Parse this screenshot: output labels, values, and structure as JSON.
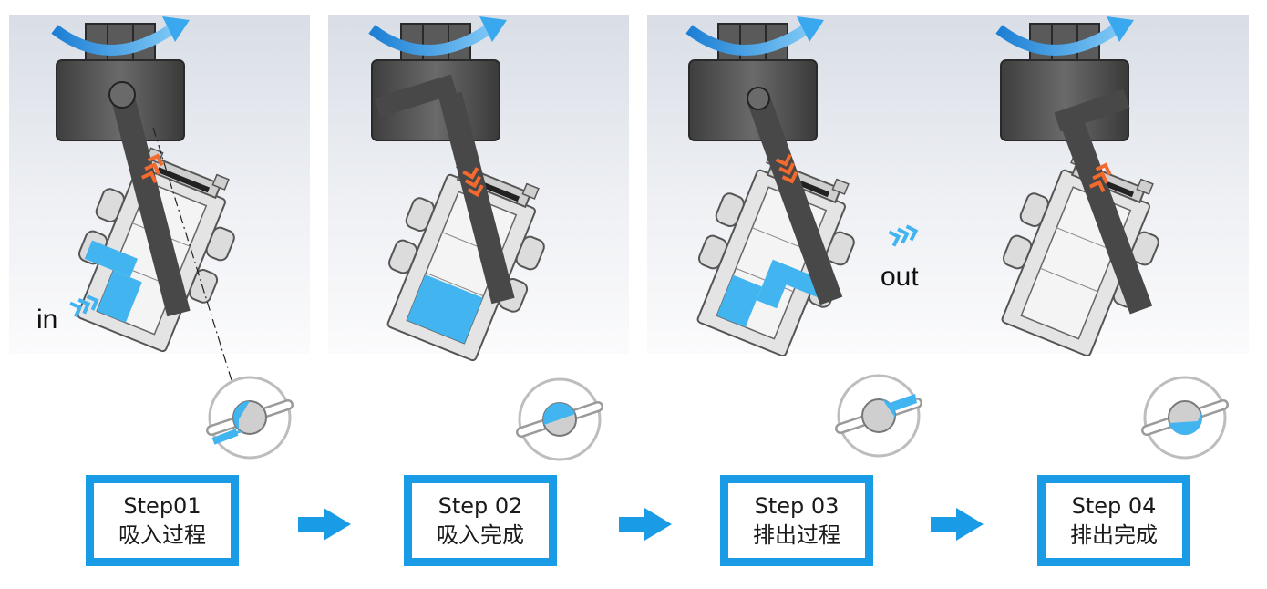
{
  "labels": {
    "in": "in",
    "out": "out"
  },
  "steps": [
    {
      "title": "Step01",
      "subtitle": "吸入过程"
    },
    {
      "title": "Step 02",
      "subtitle": "吸入完成"
    },
    {
      "title": "Step 03",
      "subtitle": "排出过程"
    },
    {
      "title": "Step 04",
      "subtitle": "排出完成"
    }
  ],
  "colors": {
    "accent_blue": "#1a9be6",
    "fluid_blue": "#42b4ef",
    "motion_orange": "#f26a2e",
    "metal_dark": "#4a4a4a",
    "metal_light": "#c8c8c8"
  },
  "icons": [
    "rotation-arrow-icon",
    "flow-in-arrow-icon",
    "flow-out-arrow-icon",
    "step-arrow-icon"
  ]
}
